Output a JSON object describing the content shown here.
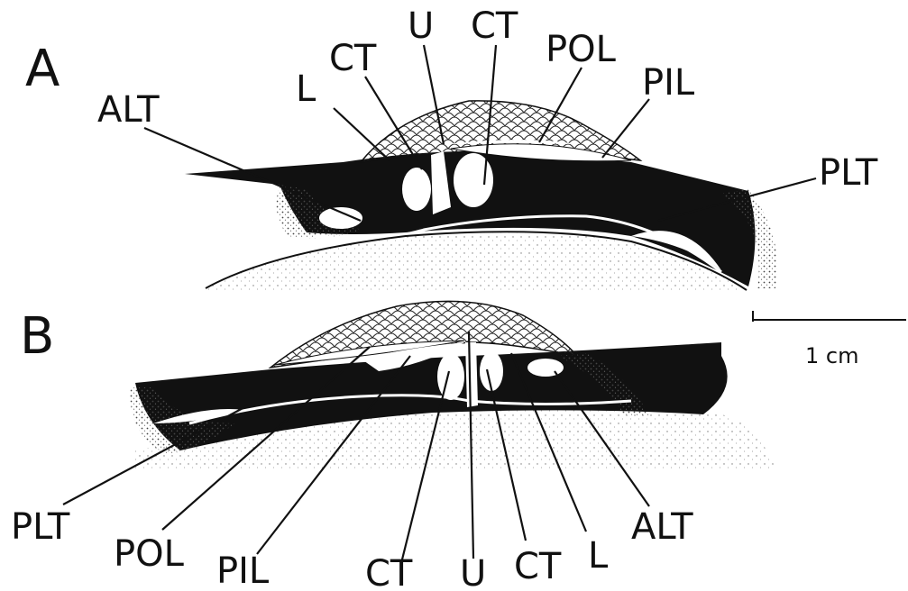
{
  "panel_a": {
    "letter": "A",
    "labels": {
      "l": "L",
      "ct_left": "CT",
      "u": "U",
      "ct_right": "CT",
      "pol": "POL",
      "pil": "PIL",
      "alt": "ALT",
      "plt": "PLT"
    }
  },
  "panel_b": {
    "letter": "B",
    "labels": {
      "plt": "PLT",
      "pol": "POL",
      "pil": "PIL",
      "ct_left": "CT",
      "u": "U",
      "ct_right": "CT",
      "l": "L",
      "alt": "ALT"
    }
  },
  "scale_bar": {
    "label": "1 cm"
  },
  "colors": {
    "ink": "#111111",
    "paper": "#ffffff",
    "stipple": "#555555"
  }
}
